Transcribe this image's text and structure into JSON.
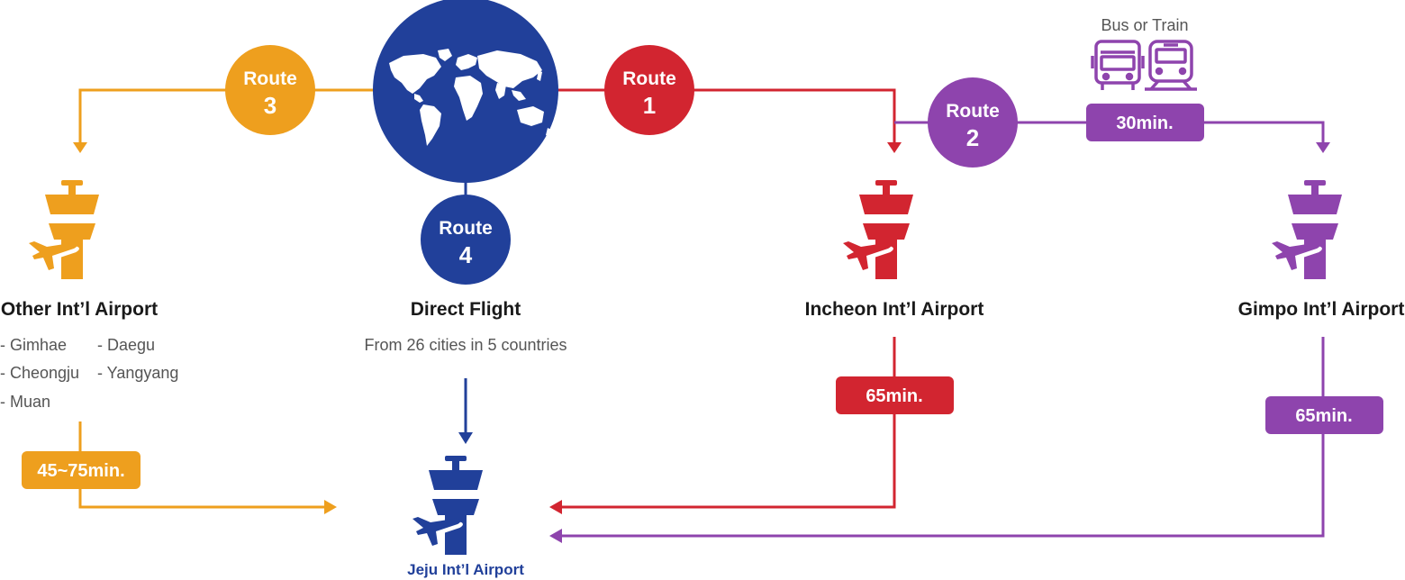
{
  "colors": {
    "orange": "#EE9F1E",
    "red": "#D22530",
    "purple": "#8E44AD",
    "blue": "#21409A",
    "gray_text": "#555555",
    "dark_text": "#1a1a1a"
  },
  "icons": {
    "world": "world-map-globe-icon",
    "tower": "airport-control-tower-icon",
    "bus": "bus-icon",
    "train": "train-icon"
  },
  "routes": {
    "route1": {
      "label": "Route",
      "num": "1"
    },
    "route2": {
      "label": "Route",
      "num": "2"
    },
    "route3": {
      "label": "Route",
      "num": "3"
    },
    "route4": {
      "label": "Route",
      "num": "4"
    }
  },
  "transfer": {
    "caption": "Bus or Train",
    "time": "30min."
  },
  "airports": {
    "other": {
      "title": "Other Int’l Airport",
      "cities": [
        "- Gimhae",
        "- Daegu",
        "- Cheongju",
        "- Yangyang",
        "- Muan"
      ],
      "time": "45~75min."
    },
    "direct": {
      "title": "Direct Flight",
      "subtitle": "From 26 cities in 5 countries"
    },
    "incheon": {
      "title": "Incheon Int’l Airport",
      "time": "65min."
    },
    "gimpo": {
      "title": "Gimpo Int’l Airport",
      "time": "65min."
    },
    "jeju": {
      "title": "Jeju Int’l Airport"
    }
  }
}
